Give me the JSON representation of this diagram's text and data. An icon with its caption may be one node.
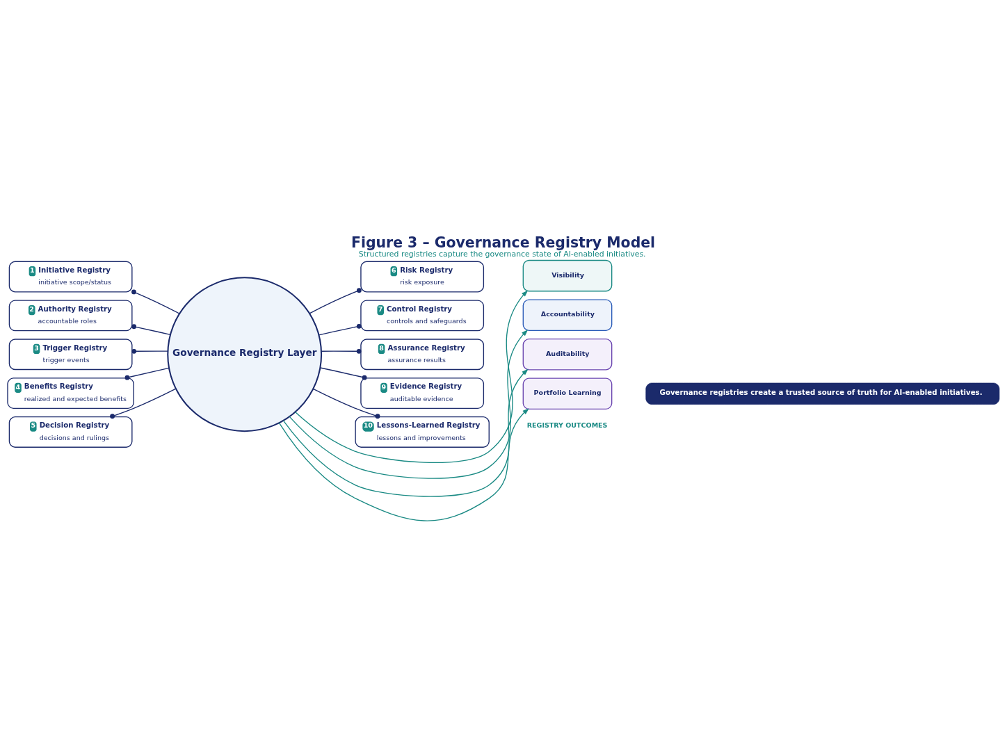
{
  "diagram": {
    "title": "Figure 3 – Governance Registry Model",
    "caption": "Structured registries capture the governance state of AI-enabled initiatives.",
    "nodes": [
      {
        "text": [
          "Governance Registry Layer"
        ]
      },
      {
        "text": [
          "1",
          "Initiative Registry",
          "initiative scope/status"
        ]
      },
      {
        "text": [
          "2",
          "Authority Registry",
          "accountable roles"
        ]
      },
      {
        "text": [
          "3",
          "Trigger Registry",
          "trigger events"
        ]
      },
      {
        "text": [
          "4",
          "Benefits Registry",
          "realized and expected benefits"
        ]
      },
      {
        "text": [
          "5",
          "Decision Registry",
          "decisions and rulings"
        ]
      },
      {
        "text": [
          "6",
          "Risk Registry",
          "risk exposure"
        ]
      },
      {
        "text": [
          "7",
          "Control Registry",
          "controls and safeguards"
        ]
      },
      {
        "text": [
          "8",
          "Assurance Registry",
          "assurance results"
        ]
      },
      {
        "text": [
          "9",
          "Evidence Registry",
          "auditable evidence"
        ]
      },
      {
        "text": [
          "10",
          "Lessons-Learned Registry",
          "lessons and improvements"
        ]
      },
      {
        "text": [
          "Visibility"
        ]
      },
      {
        "text": [
          "Accountability"
        ]
      },
      {
        "text": [
          "Auditability"
        ]
      },
      {
        "text": [
          "Portfolio Learning"
        ]
      },
      {
        "text": [
          "Governance registries create a trusted source of truth for AI-enabled initiatives."
        ]
      }
    ],
    "edges": [
      {
        "from": 0,
        "to": 1,
        "arrow": "other"
      },
      {
        "from": 0,
        "to": 2,
        "arrow": "other"
      },
      {
        "from": 0,
        "to": 3,
        "arrow": "other"
      },
      {
        "from": 0,
        "to": 4,
        "arrow": "other"
      },
      {
        "from": 0,
        "to": 5,
        "arrow": "other"
      },
      {
        "from": 0,
        "to": 6,
        "arrow": "other"
      },
      {
        "from": 0,
        "to": 7,
        "arrow": "other"
      },
      {
        "from": 0,
        "to": 8,
        "arrow": "other"
      },
      {
        "from": 0,
        "to": 9,
        "arrow": "other"
      },
      {
        "from": 0,
        "to": 10,
        "arrow": "other"
      },
      {
        "from": 0,
        "to": 11,
        "arrow": "to",
        "color": "#1a8a84"
      },
      {
        "from": 0,
        "to": 12,
        "arrow": "to",
        "color": "#1a8a84"
      },
      {
        "from": 0,
        "to": 13,
        "arrow": "to",
        "color": "#1a8a84"
      },
      {
        "from": 0,
        "to": 14,
        "arrow": "to",
        "color": "#1a8a84"
      }
    ],
    "labels": [
      "REGISTRY OUTCOMES"
    ]
  }
}
